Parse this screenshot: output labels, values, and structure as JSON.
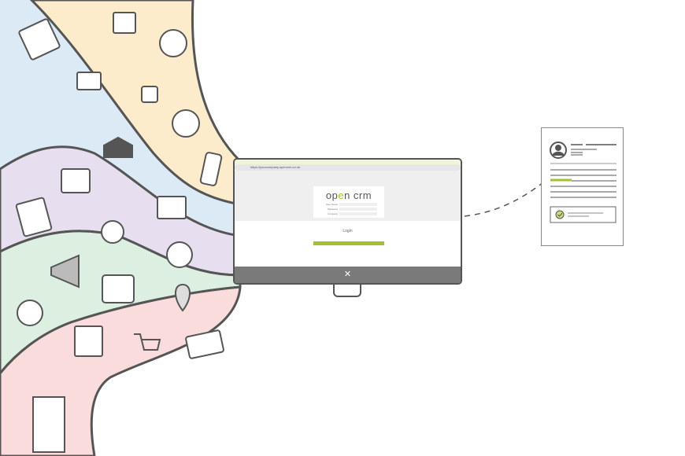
{
  "browser": {
    "url": "https://yourcompany.opencrm.co.uk"
  },
  "login": {
    "logo_text_pre": "op",
    "logo_text_mid": "e",
    "logo_text_post": "n crm",
    "fields": [
      {
        "label": "User Name"
      },
      {
        "label": "Password"
      },
      {
        "label": "Company"
      }
    ],
    "button_label": "Login"
  },
  "colors": {
    "accent": "#a3c030",
    "outline": "#555555",
    "orange": "#fdeccb",
    "blue": "#dceaf6",
    "purple": "#e7dff0",
    "green": "#dcefe1",
    "pink": "#fbdcdc"
  },
  "icons": [
    "book-icon",
    "calendar-icon",
    "alarm-clock-icon",
    "dice-icon",
    "facebook-icon",
    "chat-phone-icon",
    "envelope-icon",
    "lock-icon",
    "clipboard-icon",
    "folders-icon",
    "tea-icon",
    "tent-icon",
    "megaphone-icon",
    "thumbs-up-icon",
    "location-pin-icon",
    "question-icon",
    "receipt-icon",
    "cart-icon",
    "credit-card-icon",
    "building-icon"
  ]
}
